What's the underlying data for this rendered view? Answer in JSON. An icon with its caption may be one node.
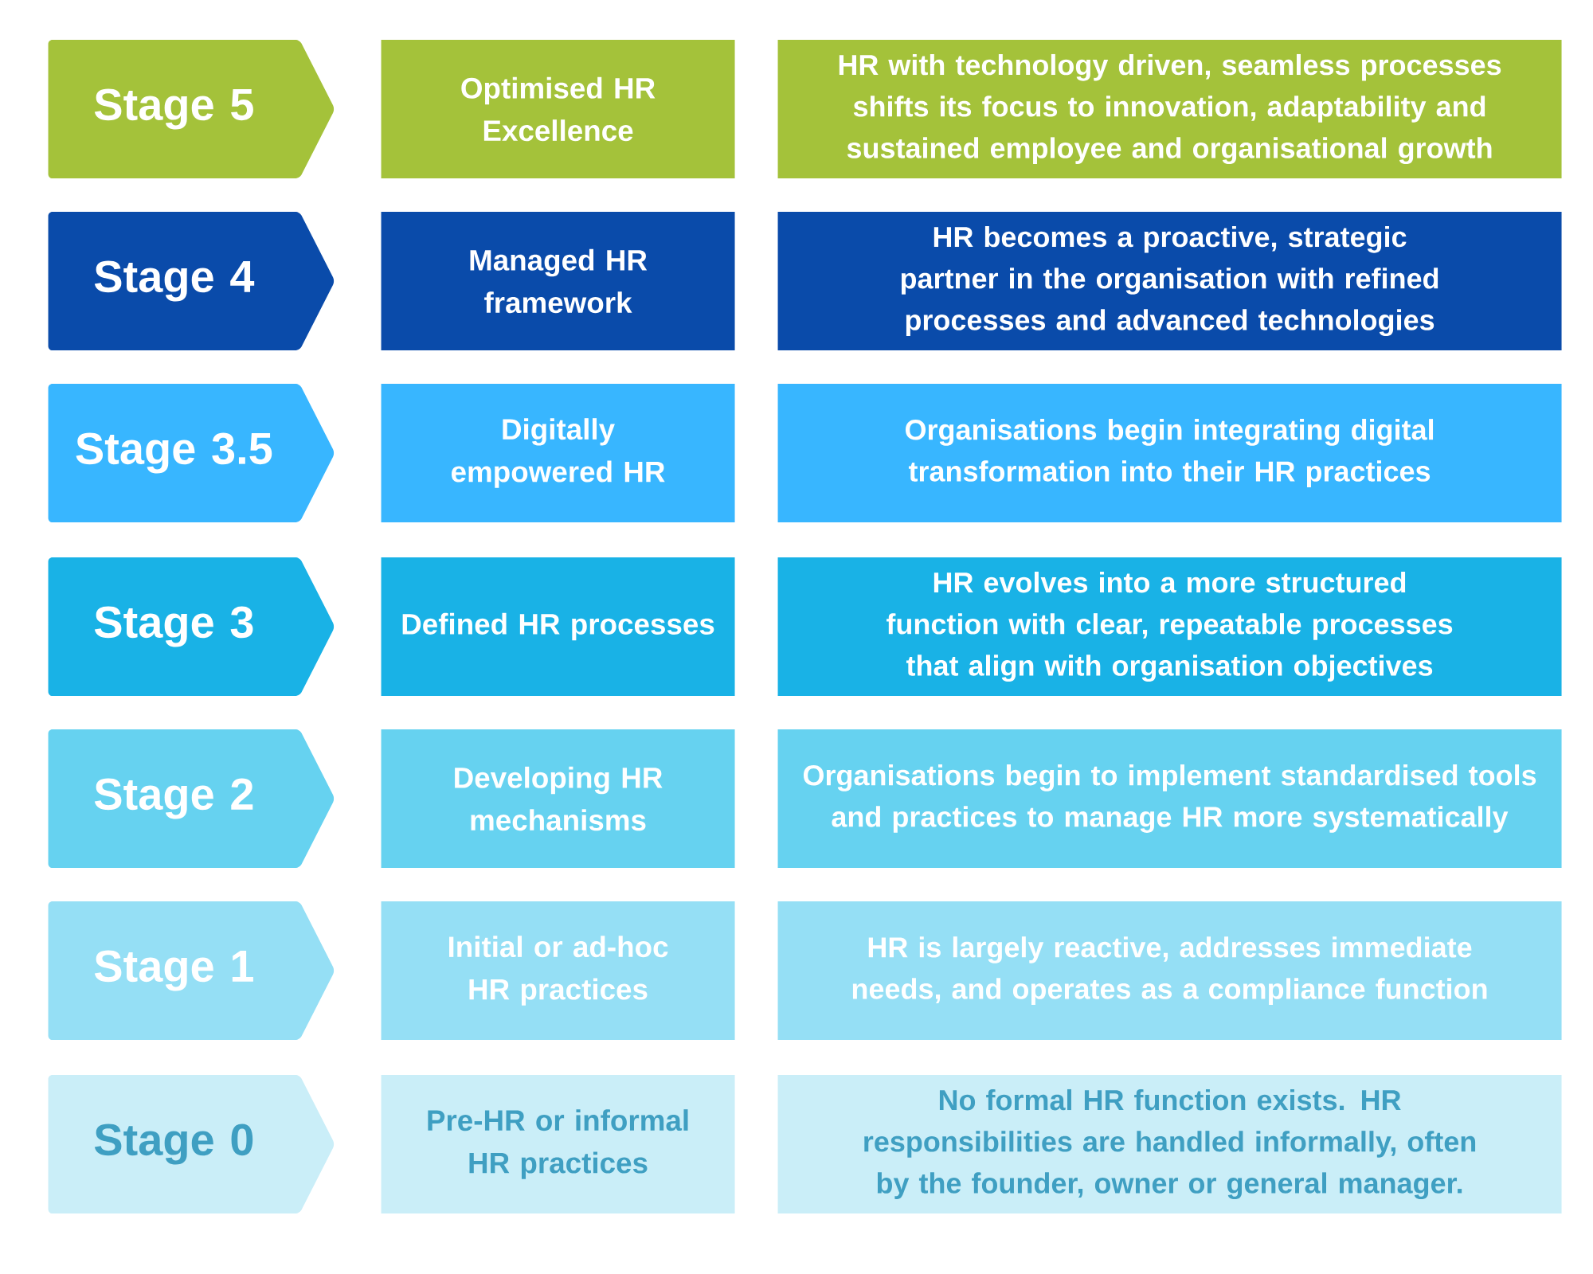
{
  "diagram": {
    "nodes": [
      {
        "text": [
          "Stage 5"
        ]
      },
      {
        "text": [
          "Optimised HR Excellence"
        ]
      },
      {
        "text": [
          "HR with technology driven, seamless processes shifts its focus to innovation, adaptability and sustained employee and organisational growth"
        ]
      },
      {
        "text": [
          "Stage 4"
        ]
      },
      {
        "text": [
          "Managed HR framework"
        ]
      },
      {
        "text": [
          "HR becomes a proactive, strategic partner in the organisation with refined processes and advanced technologies"
        ]
      },
      {
        "text": [
          "Stage 3.5"
        ]
      },
      {
        "text": [
          "Digitally empowered HR"
        ]
      },
      {
        "text": [
          "Organisations begin integrating digital transformation into their HR practices"
        ]
      },
      {
        "text": [
          "Stage 3"
        ]
      },
      {
        "text": [
          "Defined HR processes"
        ]
      },
      {
        "text": [
          "HR evolves into a more structured function with clear, repeatable processes that align with organisation objectives"
        ]
      },
      {
        "text": [
          "Stage 2"
        ]
      },
      {
        "text": [
          "Developing HR mechanisms"
        ]
      },
      {
        "text": [
          "Organisations begin to implement standardised tools and practices to manage HR more systematically"
        ]
      },
      {
        "text": [
          "Stage 1"
        ]
      },
      {
        "text": [
          "Initial or ad-hoc HR practices"
        ]
      },
      {
        "text": [
          "HR is largely reactive, addresses immediate needs, and operates as a compliance function"
        ]
      },
      {
        "text": [
          "Stage 0"
        ]
      },
      {
        "text": [
          "Pre-HR or informal HR practices"
        ]
      },
      {
        "text": [
          "No formal HR function exists. HR responsibilities are handled informally, often by the founder, owner or general manager."
        ]
      }
    ]
  }
}
